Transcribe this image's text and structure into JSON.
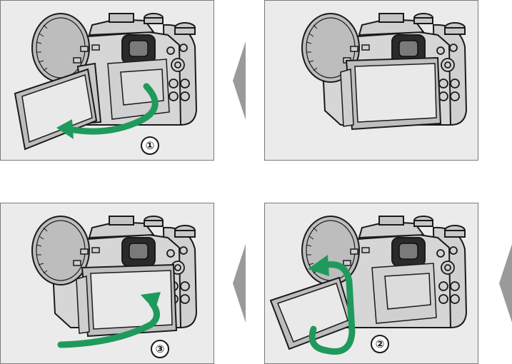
{
  "colors": {
    "panel_background": "#ebebeb",
    "panel_border": "#7a7a7a",
    "arrow_green": "#1f9a5c",
    "separator_gray": "#9a9a9a",
    "camera_body": "#d6d6d6",
    "camera_outline": "#1a1a1a",
    "screen": "#e9e9e9"
  },
  "panels": [
    {
      "id": "panel-1",
      "step": "①",
      "monitor_state": "flipped-out-sideways",
      "arrow": "swing-left"
    },
    {
      "id": "panel-0",
      "step": "",
      "monitor_state": "closed",
      "arrow": "none"
    },
    {
      "id": "panel-3",
      "step": "③",
      "monitor_state": "closed-after-rotation",
      "arrow": "swing-right"
    },
    {
      "id": "panel-2",
      "step": "②",
      "monitor_state": "flipped-out-rotating",
      "arrow": "rotate-vertical"
    }
  ],
  "separators": [
    "chevron-left-icon",
    "chevron-left-icon",
    "chevron-left-icon"
  ]
}
